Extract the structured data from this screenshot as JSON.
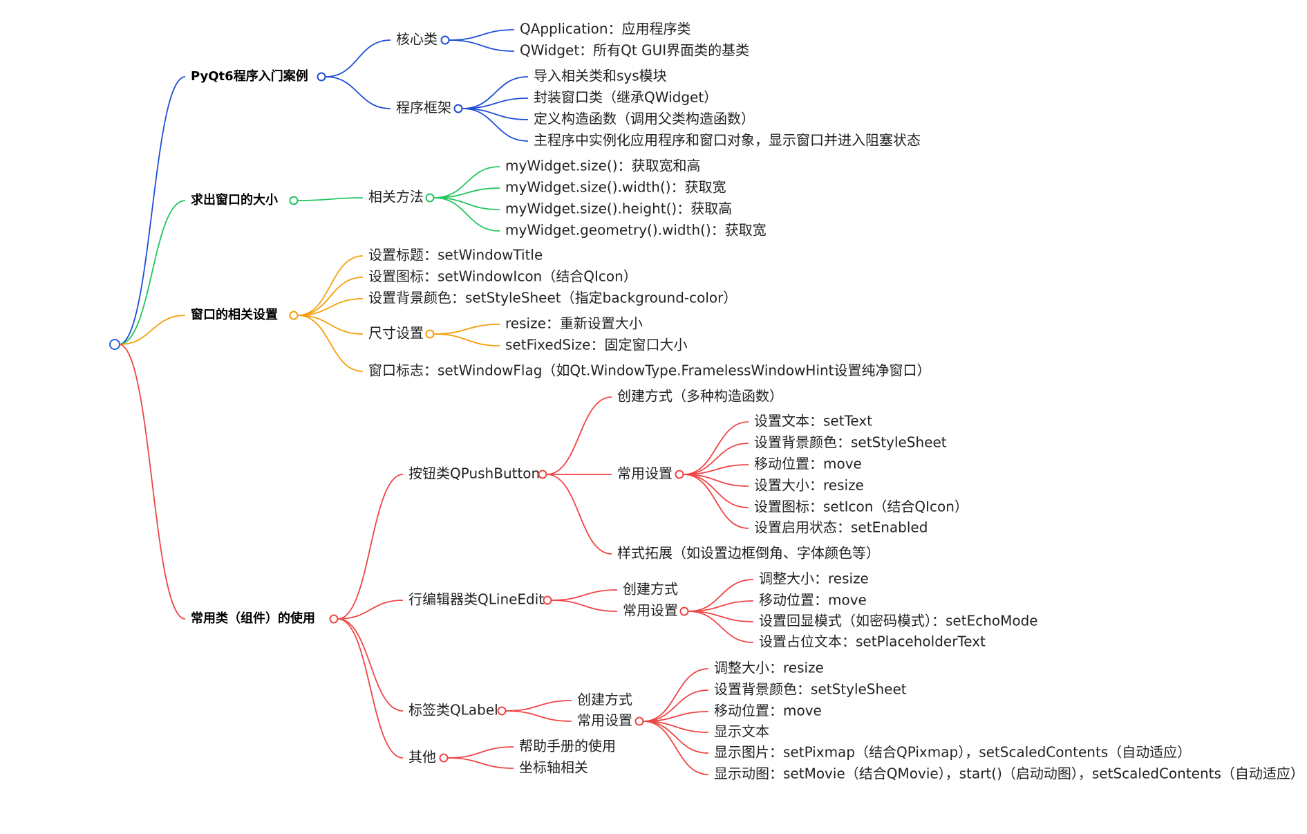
{
  "colors": {
    "root": "#2f5ee0",
    "blue": "#1d4ed8",
    "green": "#22c55e",
    "orange": "#f59e0b",
    "red": "#ef4444"
  },
  "tree": [
    {
      "id": "pyqt6-intro",
      "label": "PyQt6程序入门案例",
      "color": "blue",
      "children": [
        {
          "id": "core-classes",
          "label": "核心类",
          "children": [
            {
              "id": "qapplication",
              "label": "QApplication：应用程序类"
            },
            {
              "id": "qwidget",
              "label": "QWidget：所有Qt GUI界面类的基类"
            }
          ]
        },
        {
          "id": "program-framework",
          "label": "程序框架",
          "children": [
            {
              "id": "import-classes",
              "label": "导入相关类和sys模块"
            },
            {
              "id": "wrap-window",
              "label": "封装窗口类（继承QWidget）"
            },
            {
              "id": "define-constructor",
              "label": "定义构造函数（调用父类构造函数）"
            },
            {
              "id": "main-program",
              "label": "主程序中实例化应用程序和窗口对象，显示窗口并进入阻塞状态"
            }
          ]
        }
      ]
    },
    {
      "id": "window-size",
      "label": "求出窗口的大小",
      "color": "green",
      "children": [
        {
          "id": "related-methods",
          "label": "相关方法",
          "children": [
            {
              "id": "size",
              "label": "myWidget.size()：获取宽和高"
            },
            {
              "id": "size-width",
              "label": "myWidget.size().width()：获取宽"
            },
            {
              "id": "size-height",
              "label": "myWidget.size().height()：获取高"
            },
            {
              "id": "geometry-width",
              "label": "myWidget.geometry().width()：获取宽"
            }
          ]
        }
      ]
    },
    {
      "id": "window-settings",
      "label": "窗口的相关设置",
      "color": "orange",
      "children": [
        {
          "id": "set-title",
          "label": "设置标题：setWindowTitle"
        },
        {
          "id": "set-icon",
          "label": "设置图标：setWindowIcon（结合QIcon）"
        },
        {
          "id": "set-bg",
          "label": "设置背景颜色：setStyleSheet（指定background-color）"
        },
        {
          "id": "size-settings",
          "label": "尺寸设置",
          "children": [
            {
              "id": "resize",
              "label": "resize：重新设置大小"
            },
            {
              "id": "fixed-size",
              "label": "setFixedSize：固定窗口大小"
            }
          ]
        },
        {
          "id": "window-flag",
          "label": "窗口标志：setWindowFlag（如Qt.WindowType.FramelessWindowHint设置纯净窗口）"
        }
      ]
    },
    {
      "id": "common-classes",
      "label": "常用类（组件）的使用",
      "color": "red",
      "children": [
        {
          "id": "qpushbutton",
          "label": "按钮类QPushButton",
          "children": [
            {
              "id": "btn-create",
              "label": "创建方式（多种构造函数）"
            },
            {
              "id": "btn-common",
              "label": "常用设置",
              "children": [
                {
                  "id": "btn-settext",
                  "label": "设置文本：setText"
                },
                {
                  "id": "btn-setstyle",
                  "label": "设置背景颜色：setStyleSheet"
                },
                {
                  "id": "btn-move",
                  "label": "移动位置：move"
                },
                {
                  "id": "btn-resize",
                  "label": "设置大小：resize"
                },
                {
                  "id": "btn-seticon",
                  "label": "设置图标：setIcon（结合QIcon）"
                },
                {
                  "id": "btn-setenabled",
                  "label": "设置启用状态：setEnabled"
                }
              ]
            },
            {
              "id": "btn-style-ext",
              "label": "样式拓展（如设置边框倒角、字体颜色等）"
            }
          ]
        },
        {
          "id": "qlineedit",
          "label": "行编辑器类QLineEdit",
          "children": [
            {
              "id": "le-create",
              "label": "创建方式"
            },
            {
              "id": "le-common",
              "label": "常用设置",
              "children": [
                {
                  "id": "le-resize",
                  "label": "调整大小：resize"
                },
                {
                  "id": "le-move",
                  "label": "移动位置：move"
                },
                {
                  "id": "le-echo",
                  "label": "设置回显模式（如密码模式）：setEchoMode"
                },
                {
                  "id": "le-placeholder",
                  "label": "设置占位文本：setPlaceholderText"
                }
              ]
            }
          ]
        },
        {
          "id": "qlabel",
          "label": "标签类QLabel",
          "children": [
            {
              "id": "lb-create",
              "label": "创建方式"
            },
            {
              "id": "lb-common",
              "label": "常用设置",
              "children": [
                {
                  "id": "lb-resize",
                  "label": "调整大小：resize"
                },
                {
                  "id": "lb-setstyle",
                  "label": "设置背景颜色：setStyleSheet"
                },
                {
                  "id": "lb-move",
                  "label": "移动位置：move"
                },
                {
                  "id": "lb-text",
                  "label": "显示文本"
                },
                {
                  "id": "lb-pixmap",
                  "label": "显示图片：setPixmap（结合QPixmap），setScaledContents（自动适应）"
                },
                {
                  "id": "lb-movie",
                  "label": "显示动图：setMovie（结合QMovie），start()（启动动图），setScaledContents（自动适应）"
                }
              ]
            }
          ]
        },
        {
          "id": "others",
          "label": "其他",
          "children": [
            {
              "id": "help-manual",
              "label": "帮助手册的使用"
            },
            {
              "id": "axis",
              "label": "坐标轴相关"
            }
          ]
        }
      ]
    }
  ]
}
